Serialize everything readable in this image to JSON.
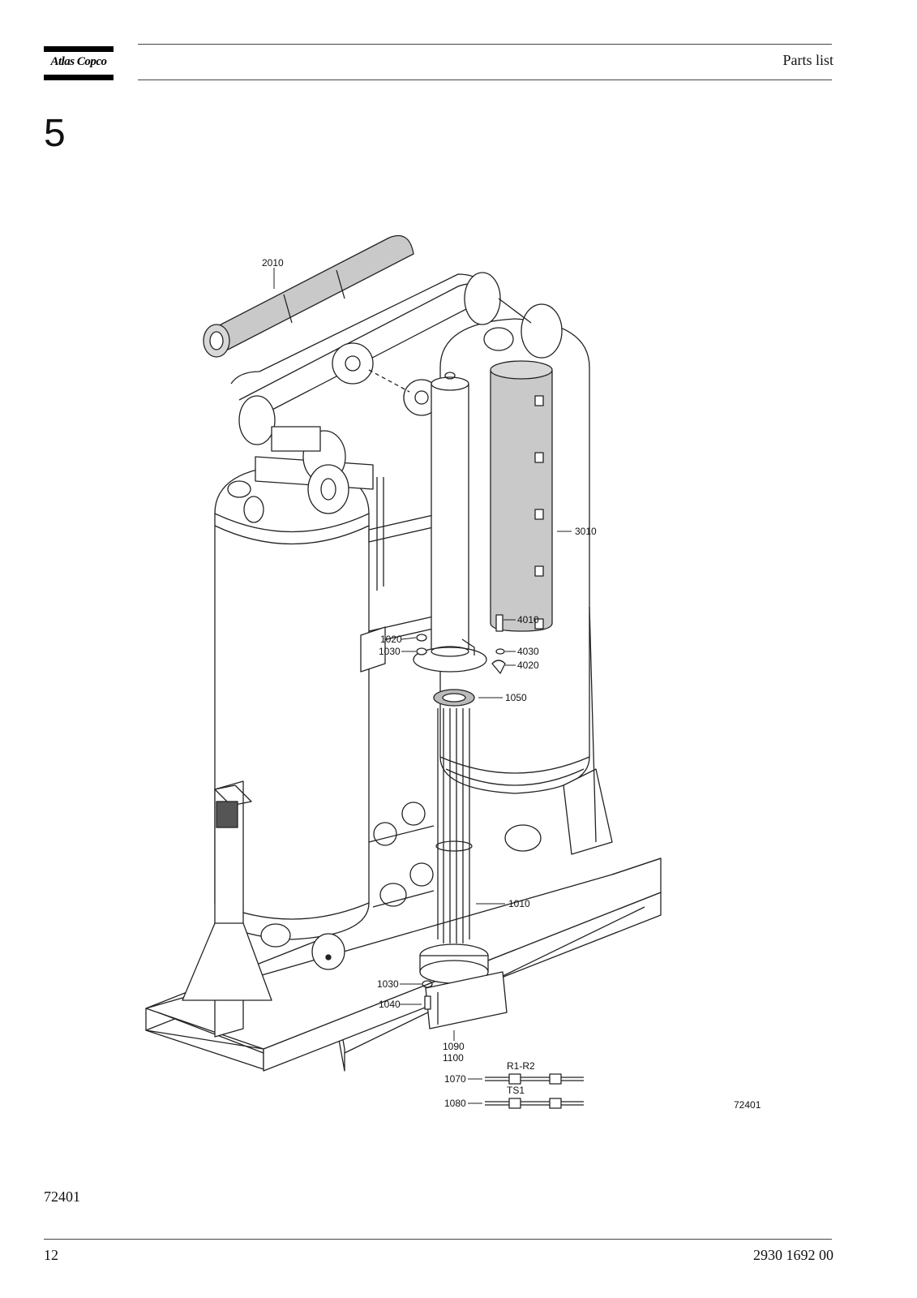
{
  "header": {
    "logo_text": "Atlas Copco",
    "section_title": "Parts list"
  },
  "chapter_number": "5",
  "figure": {
    "drawing_id": "72401",
    "callouts": [
      "2010",
      "3010",
      "4010",
      "1020",
      "1030",
      "4030",
      "4020",
      "1050",
      "1010",
      "1030",
      "1040",
      "1090",
      "1100",
      "R1-R2",
      "1070",
      "TS1",
      "1080"
    ],
    "callout_labels": {
      "c2010": "2010",
      "c3010": "3010",
      "c4010": "4010",
      "c1020": "1020",
      "c1030a": "1030",
      "c4030": "4030",
      "c4020": "4020",
      "c1050": "1050",
      "c1010": "1010",
      "c1030b": "1030",
      "c1040": "1040",
      "c1090": "1090",
      "c1100": "1100",
      "cR1R2": "R1-R2",
      "c1070": "1070",
      "cTS1": "TS1",
      "c1080": "1080"
    }
  },
  "figure_caption": "72401",
  "footer": {
    "page_number": "12",
    "document_number": "2930 1692 00"
  },
  "colors": {
    "line": "#222222",
    "shade": "#c9c9c9",
    "background": "#ffffff"
  }
}
